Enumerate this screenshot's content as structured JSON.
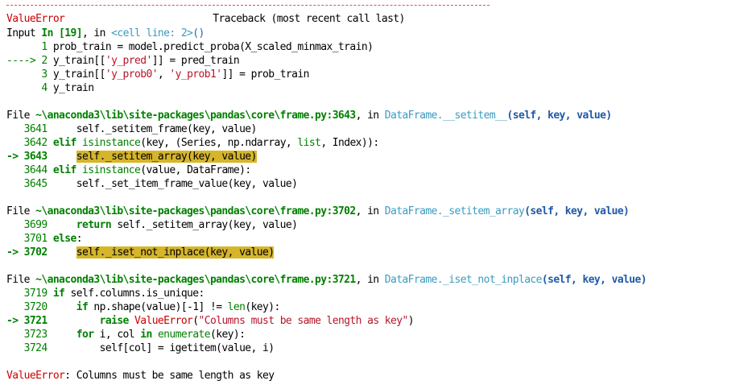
{
  "header": {
    "error_name": "ValueError",
    "traceback_title": "Traceback (most recent call last)"
  },
  "input_cell": {
    "prefix": "Input ",
    "in_label": "In [19]",
    "sep": ", in ",
    "cell_ref": "<cell line: 2>",
    "parens": "()",
    "lines": [
      {
        "gutter": "      1 ",
        "code": "prob_train = model.predict_proba(X_scaled_minmax_train)"
      },
      {
        "gutter": "----> 2 ",
        "code_a": "y_train[[",
        "str": "'y_pred'",
        "code_b": "]] = pred_train"
      },
      {
        "gutter": "      3 ",
        "code_a": "y_train[[",
        "str1": "'y_prob0'",
        "mid": ", ",
        "str2": "'y_prob1'",
        "code_b": "]] = prob_train"
      },
      {
        "gutter": "      4 ",
        "code": "y_train"
      }
    ]
  },
  "frames": [
    {
      "file_prefix": "File ",
      "path": "~\\anaconda3\\lib\\site-packages\\pandas\\core\\frame.py:3643",
      "in": ", in ",
      "func": "DataFrame.__setitem__",
      "args": "(self, key, value)"
    },
    {
      "file_prefix": "File ",
      "path": "~\\anaconda3\\lib\\site-packages\\pandas\\core\\frame.py:3702",
      "in": ", in ",
      "func": "DataFrame._setitem_array",
      "args": "(self, key, value)"
    },
    {
      "file_prefix": "File ",
      "path": "~\\anaconda3\\lib\\site-packages\\pandas\\core\\frame.py:3721",
      "in": ", in ",
      "func": "DataFrame._iset_not_inplace",
      "args": "(self, key, value)"
    }
  ],
  "frame1_lines": {
    "l3641": {
      "g": "   3641     ",
      "c": "self._setitem_frame(key, value)"
    },
    "l3642": {
      "g": "   3642 ",
      "kw": "elif",
      "bi": "isinstance",
      "c1": "(key, (Series, np.ndarray, ",
      "bi2": "list",
      "c2": ", Index)):"
    },
    "l3643": {
      "g": "-> 3643     ",
      "hl": "self._setitem_array(key, value)"
    },
    "l3644": {
      "g": "   3644 ",
      "kw": "elif",
      "bi": "isinstance",
      "c1": "(value, DataFrame):"
    },
    "l3645": {
      "g": "   3645     ",
      "c": "self._set_item_frame_value(key, value)"
    }
  },
  "frame2_lines": {
    "l3699": {
      "g": "   3699     ",
      "kw": "return",
      "c": " self._setitem_array(key, value)"
    },
    "l3701": {
      "g": "   3701 ",
      "kw": "else",
      "c": ":"
    },
    "l3702": {
      "g": "-> 3702     ",
      "hl": "self._iset_not_inplace(key, value)"
    }
  },
  "frame3_lines": {
    "l3719": {
      "g": "   3719 ",
      "kw": "if",
      "c": " self.columns.is_unique:"
    },
    "l3720": {
      "g": "   3720     ",
      "kw": "if",
      "c1": " np.shape(value)[-1] != ",
      "bi": "len",
      "c2": "(key):"
    },
    "l3721": {
      "g": "-> 3721         ",
      "kw": "raise",
      "sp": " ",
      "err": "ValueError",
      "p1": "(",
      "str": "\"Columns must be same length as key\"",
      "p2": ")"
    },
    "l3723": {
      "g": "   3723     ",
      "kw": "for",
      "c1": " i, col ",
      "kw2": "in",
      "sp": " ",
      "bi": "enumerate",
      "c2": "(key):"
    },
    "l3724": {
      "g": "   3724         ",
      "c": "self[col] = igetitem(value, i)"
    }
  },
  "final_error": {
    "name": "ValueError",
    "message": ": Columns must be same length as key"
  },
  "colors": {
    "error_red": "#cc0000",
    "green": "#008000",
    "cyan": "#3a9bbf",
    "blue": "#1f63b0",
    "highlight": "#d6b52a"
  }
}
